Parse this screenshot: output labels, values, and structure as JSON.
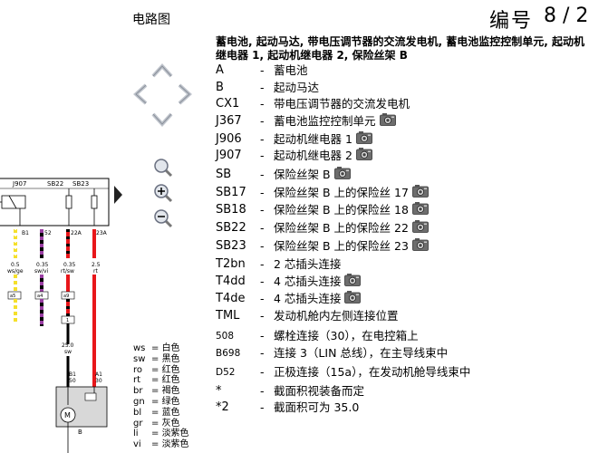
{
  "header": {
    "title": "电路图",
    "number_label": "编号",
    "page": "8 / 2",
    "heading": "蓄电池, 起动马达, 带电压调节器的交流发电机, 蓄电池监控控制单元, 起动机继电器 1, 起动机继电器 2, 保险丝架 B"
  },
  "nav_icons": [
    "up-arrow-icon",
    "left-arrow-icon",
    "right-arrow-icon",
    "down-arrow-icon"
  ],
  "zoom_icons": [
    "zoom-fit-icon",
    "zoom-in-icon",
    "zoom-out-icon"
  ],
  "legend": [
    {
      "code": "A",
      "desc": "蓄电池",
      "camera": false
    },
    {
      "code": "B",
      "desc": "起动马达",
      "camera": false
    },
    {
      "code": "CX1",
      "desc": "带电压调节器的交流发电机",
      "camera": false
    },
    {
      "code": "J367",
      "desc": "蓄电池监控控制单元",
      "camera": true
    },
    {
      "code": "J906",
      "desc": "起动机继电器 1",
      "camera": true
    },
    {
      "code": "J907",
      "desc": "起动机继电器 2",
      "camera": true
    },
    {
      "code": "SB",
      "desc": "保险丝架 B",
      "camera": true
    },
    {
      "code": "SB17",
      "desc": "保险丝架 B 上的保险丝 17",
      "camera": true
    },
    {
      "code": "SB18",
      "desc": "保险丝架 B 上的保险丝 18",
      "camera": true
    },
    {
      "code": "SB22",
      "desc": "保险丝架 B 上的保险丝 22",
      "camera": true
    },
    {
      "code": "SB23",
      "desc": "保险丝架 B 上的保险丝 23",
      "camera": true
    },
    {
      "code": "T2bn",
      "desc": "2 芯插头连接",
      "camera": false
    },
    {
      "code": "T4dd",
      "desc": "4 芯插头连接",
      "camera": true
    },
    {
      "code": "T4de",
      "desc": "4 芯插头连接",
      "camera": true
    },
    {
      "code": "TML",
      "desc": "发动机舱内左侧连接位置",
      "camera": false
    },
    {
      "code": "508",
      "desc": "螺栓连接（30），在电控箱上",
      "camera": false
    },
    {
      "code": "B698",
      "desc": "连接 3（LIN 总线），在主导线束中",
      "camera": false
    },
    {
      "code": "D52",
      "desc": "正极连接（15a），在发动机舱导线束中",
      "camera": false
    },
    {
      "code": "*",
      "desc": "截面积视装备而定",
      "camera": false
    },
    {
      "code": "*2",
      "desc": "截面积可为 35.0",
      "camera": false
    }
  ],
  "colors": [
    {
      "code": "ws",
      "name": "白色"
    },
    {
      "code": "sw",
      "name": "黑色"
    },
    {
      "code": "ro",
      "name": "红色"
    },
    {
      "code": "rt",
      "name": "红色"
    },
    {
      "code": "br",
      "name": "褐色"
    },
    {
      "code": "gn",
      "name": "绿色"
    },
    {
      "code": "bl",
      "name": "蓝色"
    },
    {
      "code": "gr",
      "name": "灰色"
    },
    {
      "code": "li",
      "name": "淡紫色"
    },
    {
      "code": "vi",
      "name": "淡紫色"
    }
  ],
  "diagram": {
    "relay_label": "J907",
    "fuse_labels": [
      "SB22",
      "SB23"
    ],
    "top_ref": "B1",
    "pin_labels": [
      "B1",
      "52",
      "22A",
      "23A"
    ],
    "wire_sizes": [
      "0.5",
      "0.35",
      "0.35",
      "2.5"
    ],
    "wire_colors": [
      "ws/ge",
      "sw/vi",
      "rt/sw",
      "rt"
    ],
    "connector_codes": [
      "a5",
      "a4",
      "a9"
    ],
    "ref_top": "1",
    "main_wire_size": "25.0",
    "main_wire_color": "sw",
    "motor_pins": [
      "B1",
      "A1"
    ],
    "motor_pin_nums": [
      "50",
      "30"
    ],
    "motor_label": "B",
    "colors_hex": {
      "black": "#000000",
      "red": "#e8161a",
      "yellow": "#f5e02b",
      "violet": "#9a3ea3",
      "white": "#ffffff",
      "gray": "#b0b0b0"
    }
  }
}
